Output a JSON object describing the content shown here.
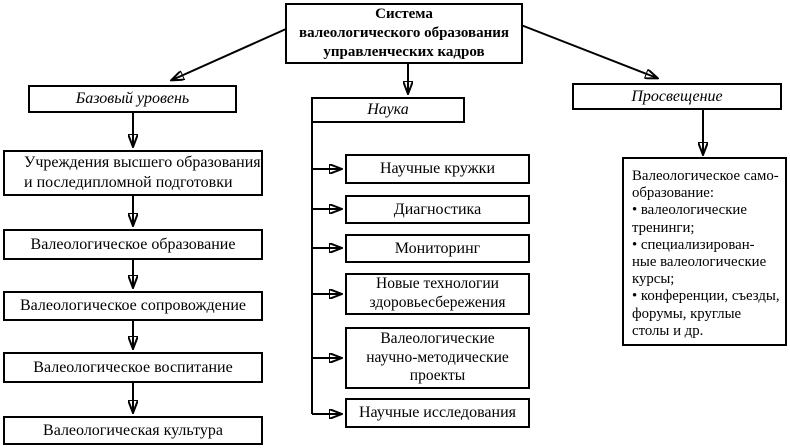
{
  "diagram": {
    "top": {
      "title_lines": [
        "Система",
        "валеологического образования",
        "управленческих кадров"
      ]
    },
    "left": {
      "header": "Базовый уровень",
      "box1_lines": [
        "Учреждения высшего образования",
        "и последипломной подготовки"
      ],
      "box2": "Валеологическое образование",
      "box3": "Валеологическое сопровождение",
      "box4": "Валеологическое воспитание",
      "box5": "Валеологическая культура"
    },
    "middle": {
      "header": "Наука",
      "box1": "Научные кружки",
      "box2": "Диагностика",
      "box3": "Мониторинг",
      "box4_lines": [
        "Новые технологии",
        "здоровьесбережения"
      ],
      "box5_lines": [
        "Валеологические",
        "научно-методические",
        "проекты"
      ],
      "box6": "Научные исследования"
    },
    "right": {
      "header": "Просвещение",
      "box_lines": [
        "Валеологическое само-",
        "образование:",
        "• валеологические",
        "тренинги;",
        "• специализирован-",
        "ные валеологические",
        "курсы;",
        "• конференции, съезды,",
        "форумы, круглые",
        "столы и др."
      ]
    },
    "colors": {
      "line": "#000000",
      "box_bg": "#ffffff",
      "text": "#000000",
      "page_bg": "#ffffff"
    }
  }
}
